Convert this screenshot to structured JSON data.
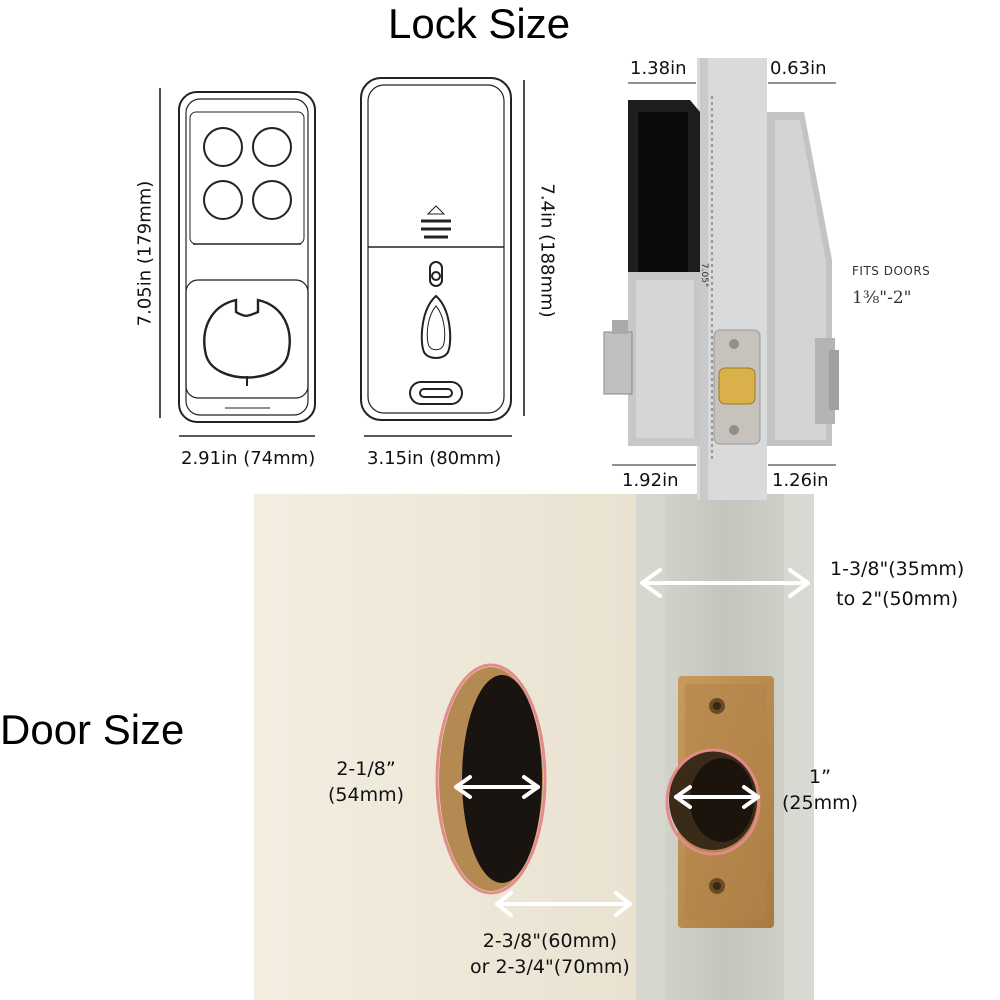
{
  "lock_section": {
    "title": "Lock Size",
    "front_height": "7.05in (179mm)",
    "front_width": "2.91in (74mm)",
    "back_height": "7.4in (188mm)",
    "back_width": "3.15in (80mm)",
    "side_top_left": "1.38in",
    "side_top_right": "0.63in",
    "side_bottom_left": "1.92in",
    "side_bottom_right": "1.26in",
    "side_center_height": "7.05\"",
    "fits_label": "FITS DOORS",
    "fits_range": "1⅜\"-2\""
  },
  "door_section": {
    "title": "Door Size",
    "thickness_line1": "1-3/8\"(35mm)",
    "thickness_line2": "to 2\"(50mm)",
    "bore_line1": "2-1/8”",
    "bore_line2": "(54mm)",
    "latch_line1": "1”",
    "latch_line2": "(25mm)",
    "backset_line1": "2-3/8\"(60mm)",
    "backset_line2": "or 2-3/4\"(70mm)"
  },
  "colors": {
    "door_face": "#efe8d8",
    "door_edge": "#cfd0c7",
    "wood": "#b98a4e",
    "highlight_ring": "#e38a8a",
    "metal": "#c8c9cc"
  }
}
